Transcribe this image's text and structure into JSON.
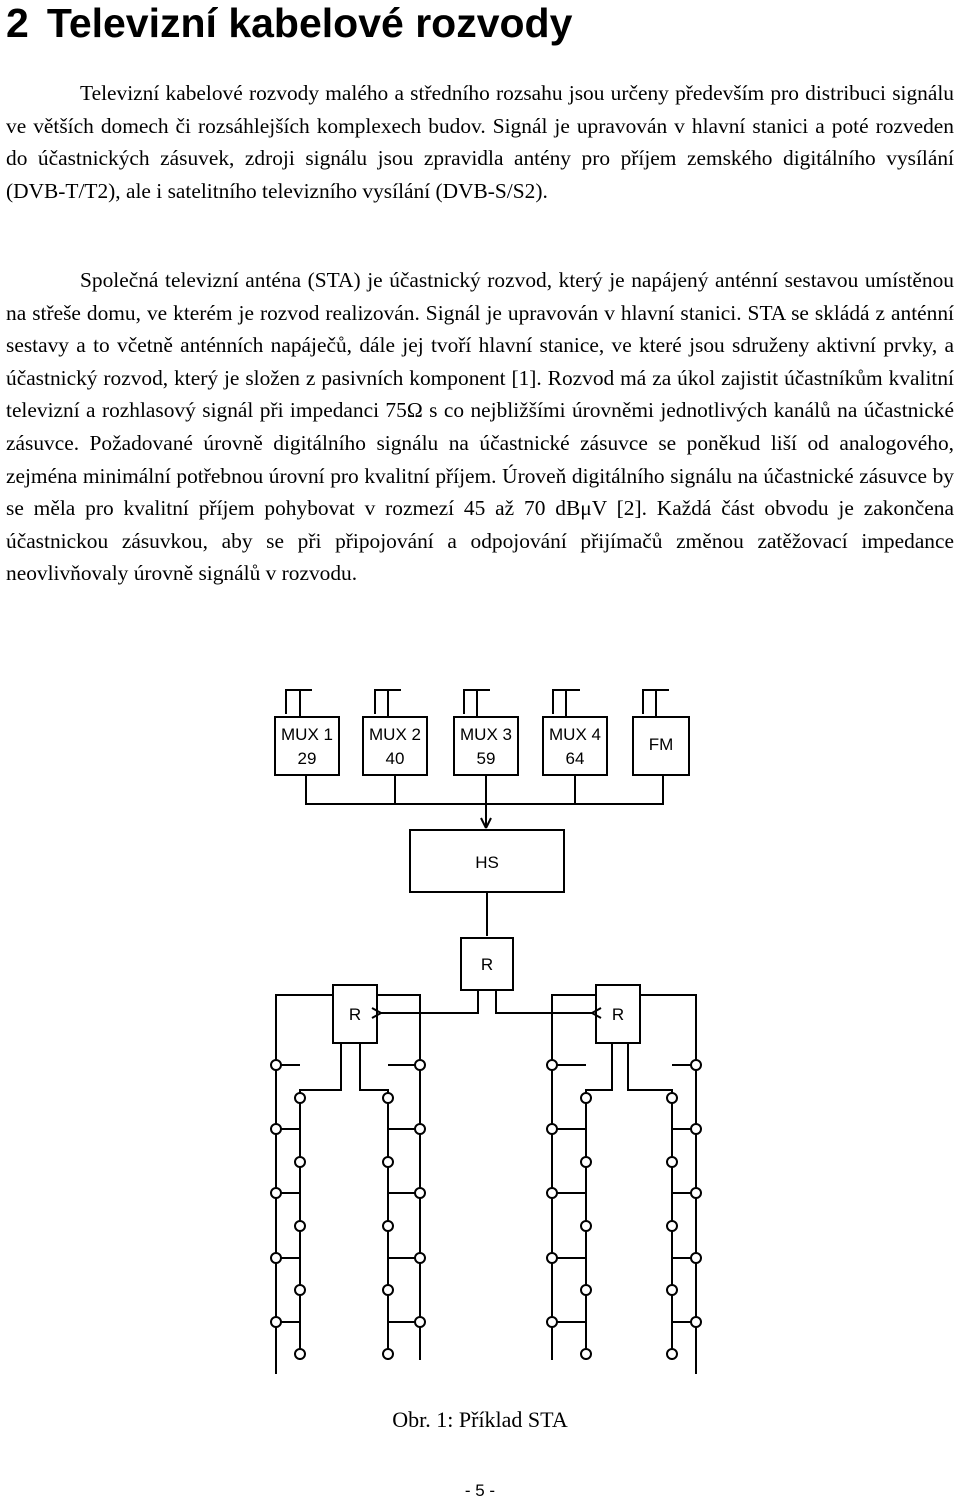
{
  "chapter": {
    "number": "2",
    "title": "Televizní kabelové rozvody"
  },
  "paragraphs": [
    "Televizní kabelové rozvody malého a středního rozsahu jsou určeny především pro distribuci signálu ve větších domech či rozsáhlejších komplexech budov. Signál je upravován v hlavní stanici a poté rozveden do účastnických zásuvek, zdroji signálu jsou zpravidla antény pro příjem zemského digitálního vysílání (DVB-T/T2), ale i satelitního televizního vysílání (DVB-S/S2).",
    "Společná televizní anténa (STA) je účastnický rozvod, který je napájený anténní sestavou umístěnou na střeše domu, ve kterém je rozvod realizován. Signál je upravován v hlavní stanici. STA se skládá z anténní sestavy a to včetně anténních napáječů, dále jej tvoří hlavní stanice, ve které jsou sdruženy aktivní prvky, a účastnický rozvod, který je složen z pasivních komponent [1]. Rozvod má za úkol zajistit účastníkům kvalitní televizní a rozhlasový signál při impedanci 75Ω s co nejbližšími úrovněmi jednotlivých kanálů na účastnické zásuvce. Požadované úrovně digitálního signálu na účastnické zásuvce se poněkud liší od analogového, zejména minimální potřebnou úrovní pro kvalitní příjem. Úroveň digitálního signálu na účastnické zásuvce by se měla pro kvalitní příjem pohybovat v rozmezí 45 až 70 dBμV [2]. Každá část obvodu je zakončena účastnickou zásuvkou, aby se při připojování a odpojování přijímačů změnou zatěžovací impedance neovlivňovaly úrovně signálů v rozvodu."
  ],
  "figure": {
    "antennas": [
      {
        "line1": "MUX 1",
        "line2": "29"
      },
      {
        "line1": "MUX 2",
        "line2": "40"
      },
      {
        "line1": "MUX 3",
        "line2": "59"
      },
      {
        "line1": "MUX 4",
        "line2": "64"
      },
      {
        "line1": "FM",
        "line2": ""
      }
    ],
    "head_station": "HS",
    "distributor_main": "R",
    "distributor_left": "R",
    "distributor_right": "R",
    "caption": "Obr. 1: Příklad STA"
  },
  "page_number": "- 5 -"
}
